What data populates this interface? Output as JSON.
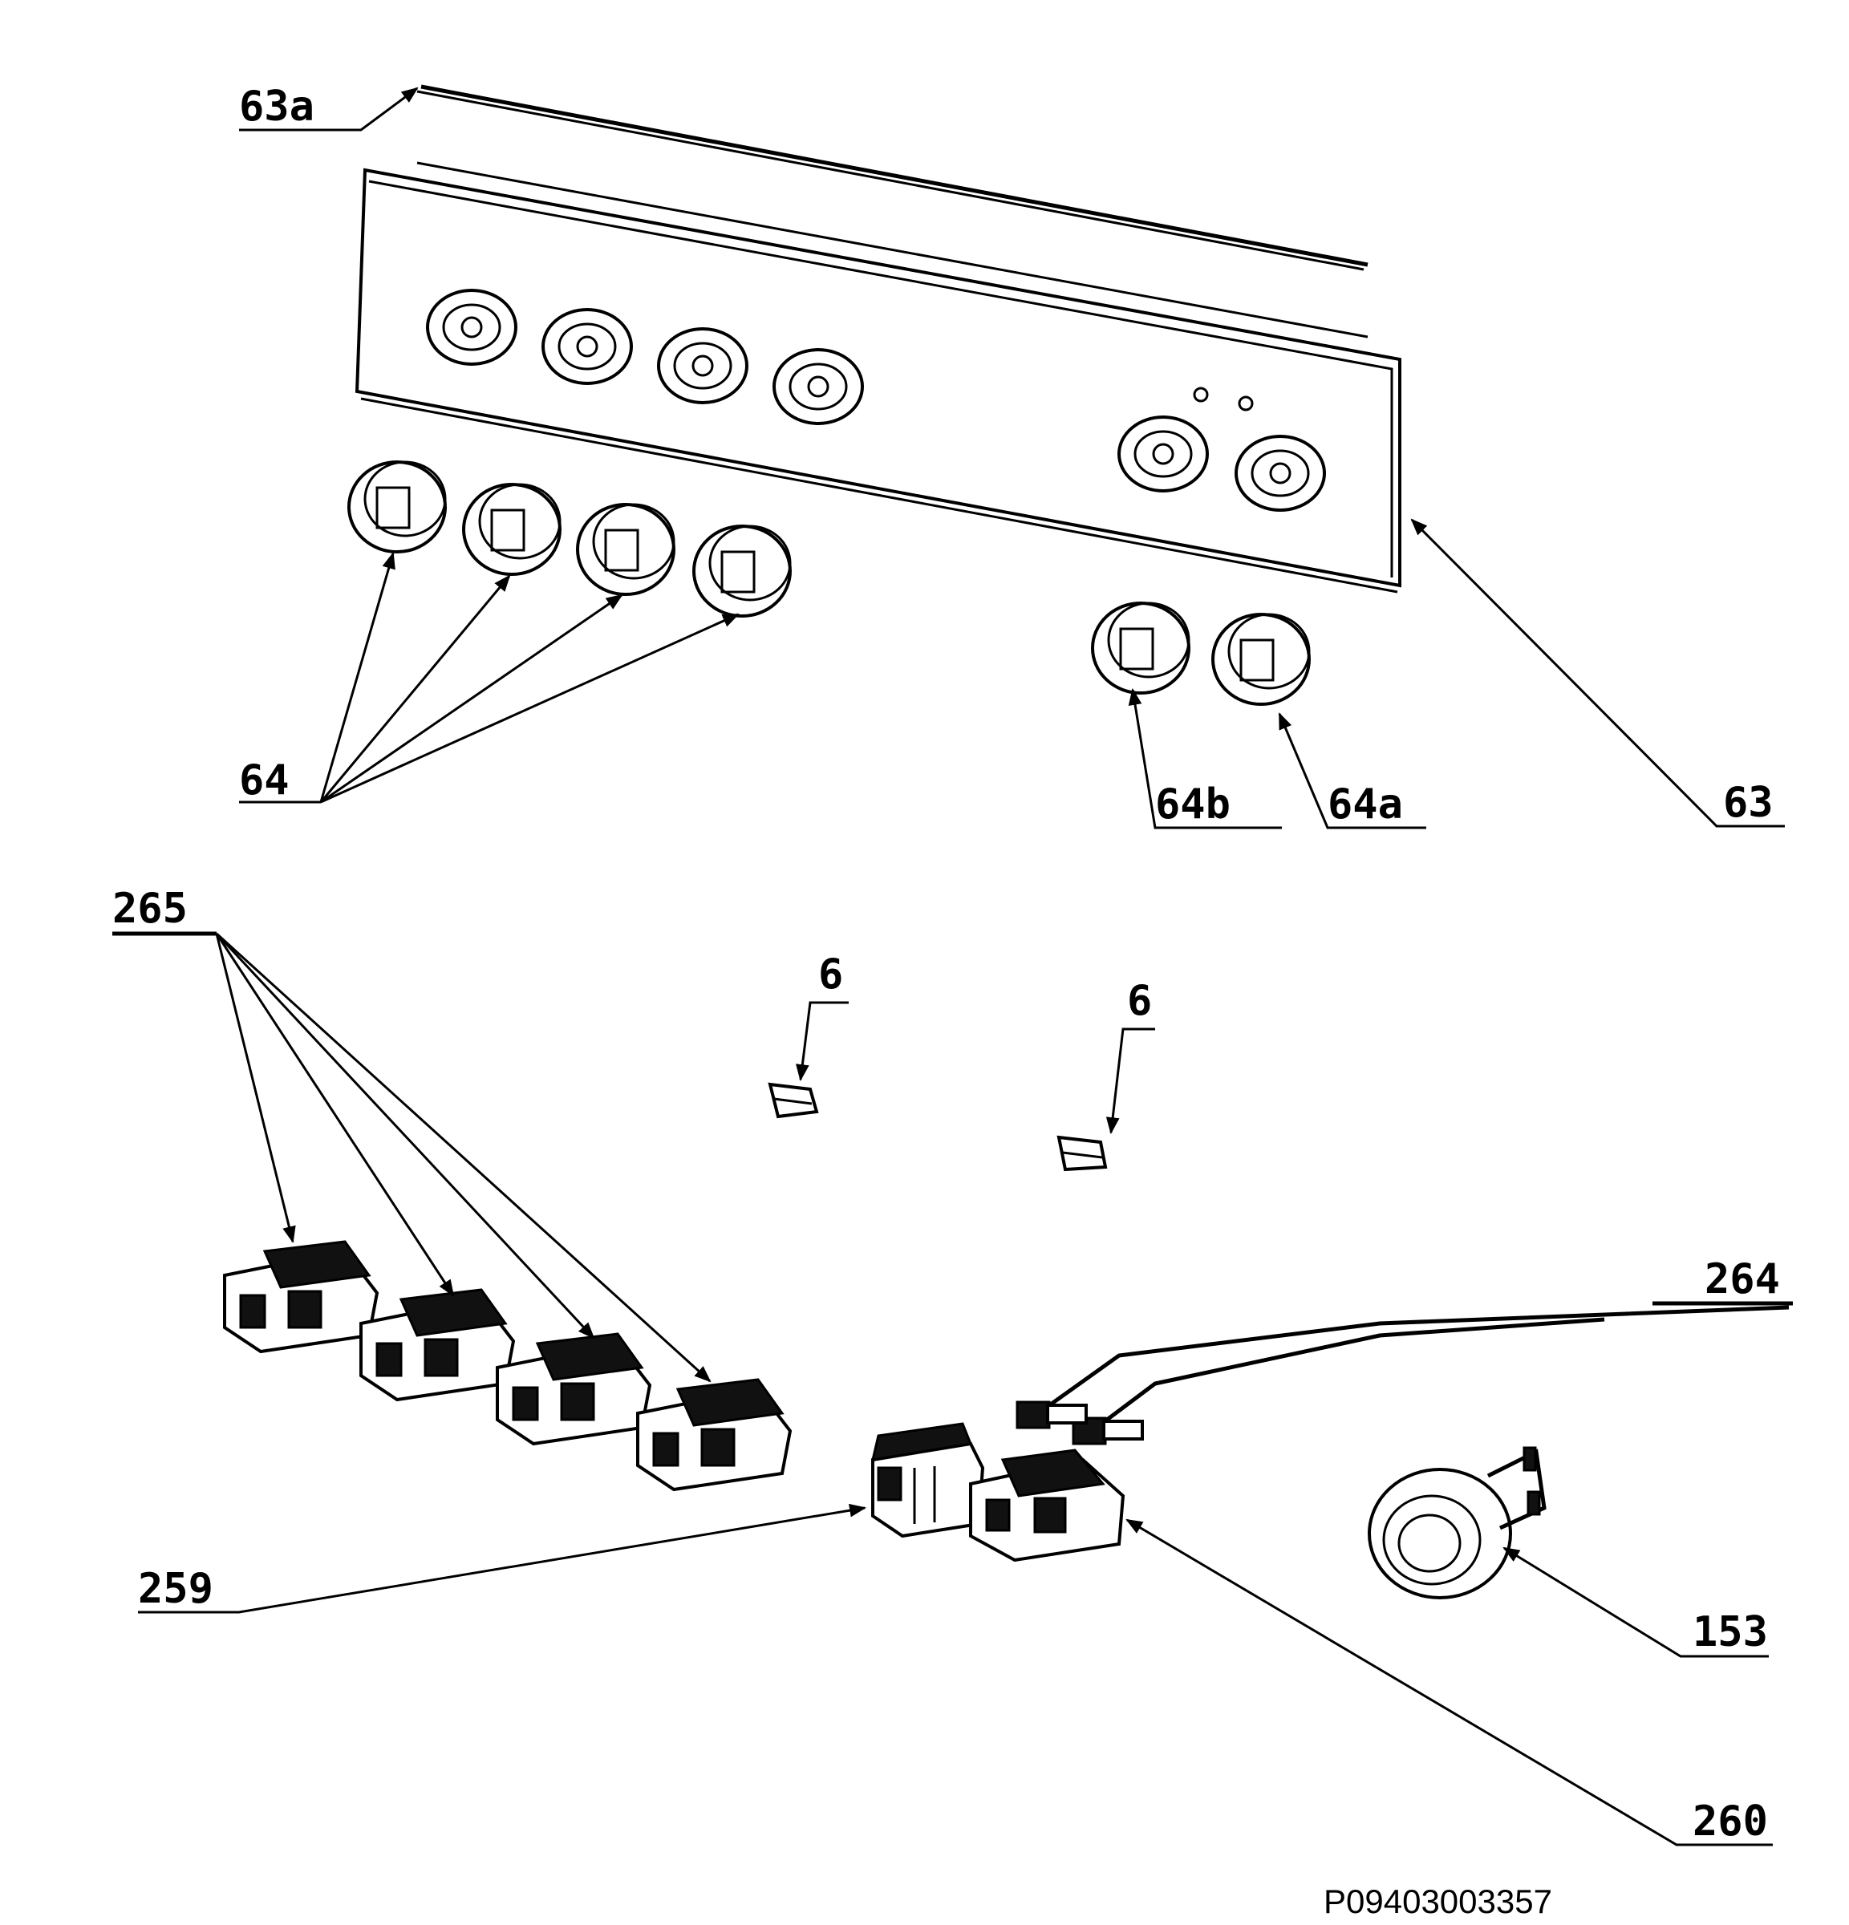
{
  "drawing_code": "P09403003357",
  "callouts": {
    "c63a": "63a",
    "c63": "63",
    "c64": "64",
    "c64b": "64b",
    "c64a": "64a",
    "c265": "265",
    "c6_left": "6",
    "c6_right": "6",
    "c264": "264",
    "c259": "259",
    "c153": "153",
    "c260": "260"
  }
}
